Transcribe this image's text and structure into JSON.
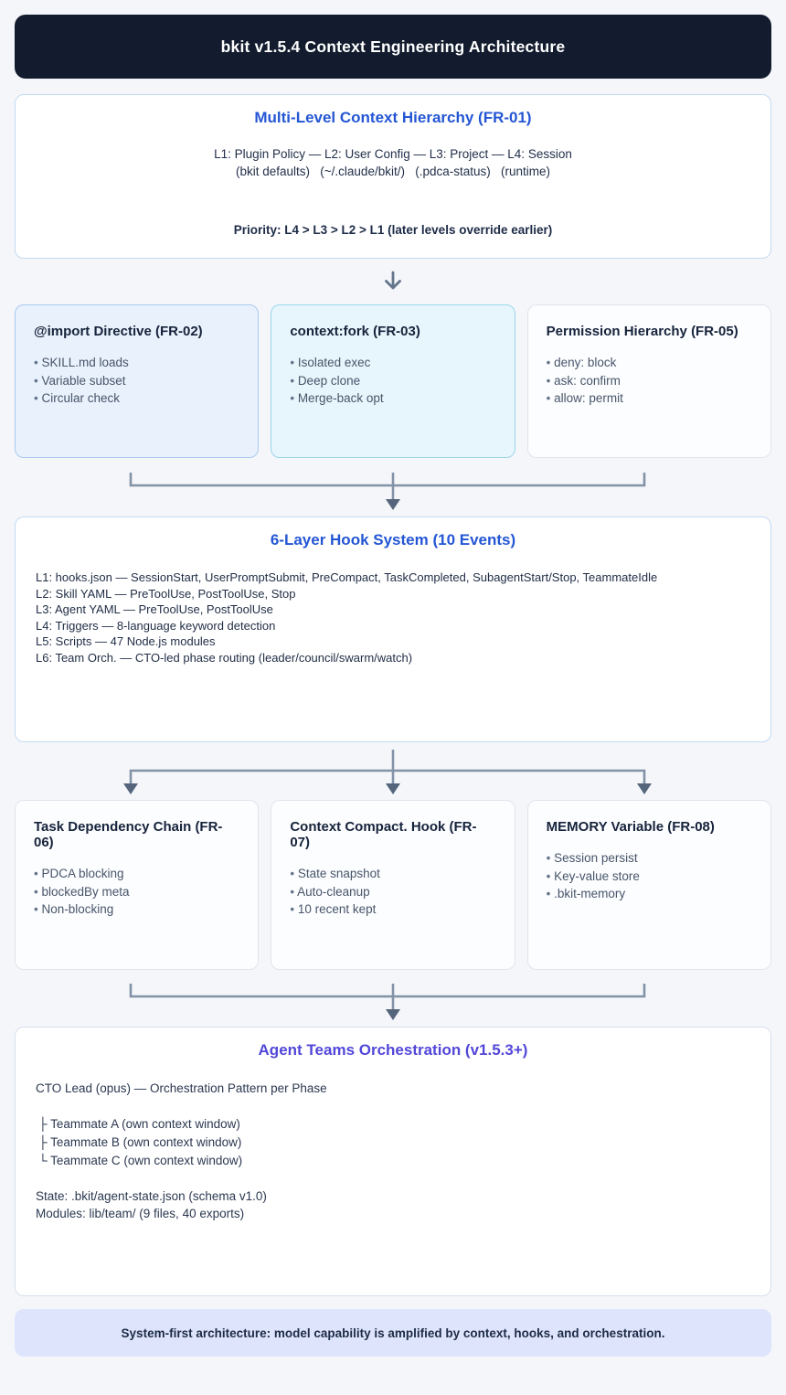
{
  "header": {
    "title": "bkit v1.5.4 Context Engineering Architecture"
  },
  "hierarchy": {
    "title": "Multi-Level Context Hierarchy (FR-01)",
    "levels_line": "L1: Plugin Policy — L2: User Config — L3: Project — L4: Session",
    "sources_line": "(bkit defaults)   (~/.claude/bkit/)   (.pdca-status)   (runtime)",
    "priority_line": "Priority: L4 > L3 > L2 > L1 (later levels override earlier)"
  },
  "row1": [
    {
      "title": "@import Directive (FR-02)",
      "items": [
        "SKILL.md loads",
        "Variable subset",
        "Circular check"
      ]
    },
    {
      "title": "context:fork (FR-03)",
      "items": [
        "Isolated exec",
        "Deep clone",
        "Merge-back opt"
      ]
    },
    {
      "title": "Permission Hierarchy (FR-05)",
      "items": [
        "deny: block",
        "ask: confirm",
        "allow: permit"
      ]
    }
  ],
  "hooks": {
    "title": "6-Layer Hook System (10 Events)",
    "lines": [
      "L1: hooks.json — SessionStart, UserPromptSubmit, PreCompact, TaskCompleted, SubagentStart/Stop, TeammateIdle",
      "L2: Skill YAML — PreToolUse, PostToolUse, Stop",
      "L3: Agent YAML — PreToolUse, PostToolUse",
      "L4: Triggers — 8-language keyword detection",
      "L5: Scripts — 47 Node.js modules",
      "L6: Team Orch. — CTO-led phase routing (leader/council/swarm/watch)"
    ]
  },
  "row2": [
    {
      "title": "Task Dependency Chain (FR-06)",
      "items": [
        "PDCA blocking",
        "blockedBy meta",
        "Non-blocking"
      ]
    },
    {
      "title": "Context Compact. Hook (FR-07)",
      "items": [
        "State snapshot",
        "Auto-cleanup",
        "10 recent kept"
      ]
    },
    {
      "title": "MEMORY Variable (FR-08)",
      "items": [
        "Session persist",
        "Key-value store",
        ".bkit-memory"
      ]
    }
  ],
  "agents": {
    "title": "Agent Teams Orchestration (v1.5.3+)",
    "lead_line": "CTO Lead (opus) — Orchestration Pattern per Phase",
    "teammates": [
      "├ Teammate A (own context window)",
      "├ Teammate B (own context window)",
      "└ Teammate C (own context window)"
    ],
    "state_line": "State: .bkit/agent-state.json (schema v1.0)",
    "modules_line": "Modules: lib/team/ (9 files, 40 exports)"
  },
  "footer": {
    "text": "System-first architecture: model capability is amplified by context, hooks, and orchestration."
  },
  "colors": {
    "page_bg": "#f4f6fa",
    "header_bg": "#131c2e",
    "accent_blue": "#2456d4",
    "accent_purple": "#5247d8",
    "blue_card_bg": "#e9f1fc",
    "blue_card_border": "#a9c9ef",
    "cyan_card_bg": "#e7f6fc",
    "cyan_card_border": "#9bd6eb",
    "plain_card_border": "#dfe5ed",
    "connector": "#8292a6",
    "footer_bg": "#dee4fb"
  }
}
